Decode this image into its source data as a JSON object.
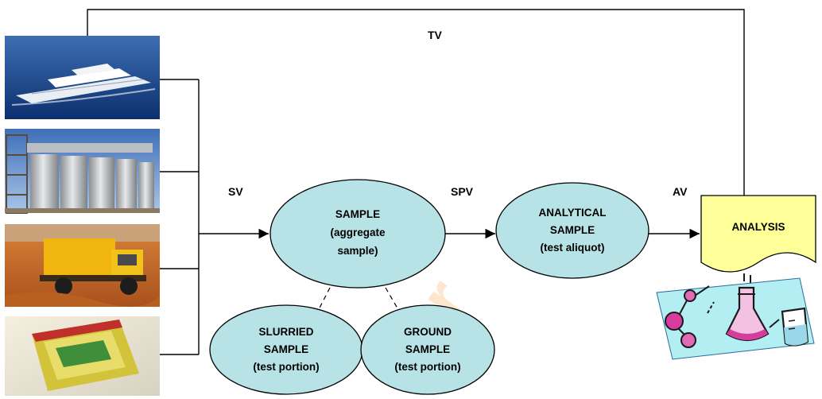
{
  "labels": {
    "tv": "TV",
    "sv": "SV",
    "spv": "SPV",
    "av": "AV"
  },
  "nodes": {
    "sample": [
      "SAMPLE",
      "(aggregate",
      "sample)"
    ],
    "analytical": [
      "ANALYTICAL",
      "SAMPLE",
      "(test aliquot)"
    ],
    "slurried": [
      "SLURRIED",
      "SAMPLE",
      "(test portion)"
    ],
    "ground": [
      "GROUND",
      "SAMPLE",
      "(test portion)"
    ],
    "analysis": "ANALYSIS"
  },
  "sources": [
    {
      "name": "cruise-ship-photo"
    },
    {
      "name": "grain-silos-photo"
    },
    {
      "name": "truck-photo"
    },
    {
      "name": "food-package-photo"
    }
  ],
  "watermark": "For",
  "colors": {
    "node_fill": "#b7e2e6",
    "analysis_fill": "#ffff99",
    "line": "#000000",
    "watermark": "#fbd2a6"
  }
}
